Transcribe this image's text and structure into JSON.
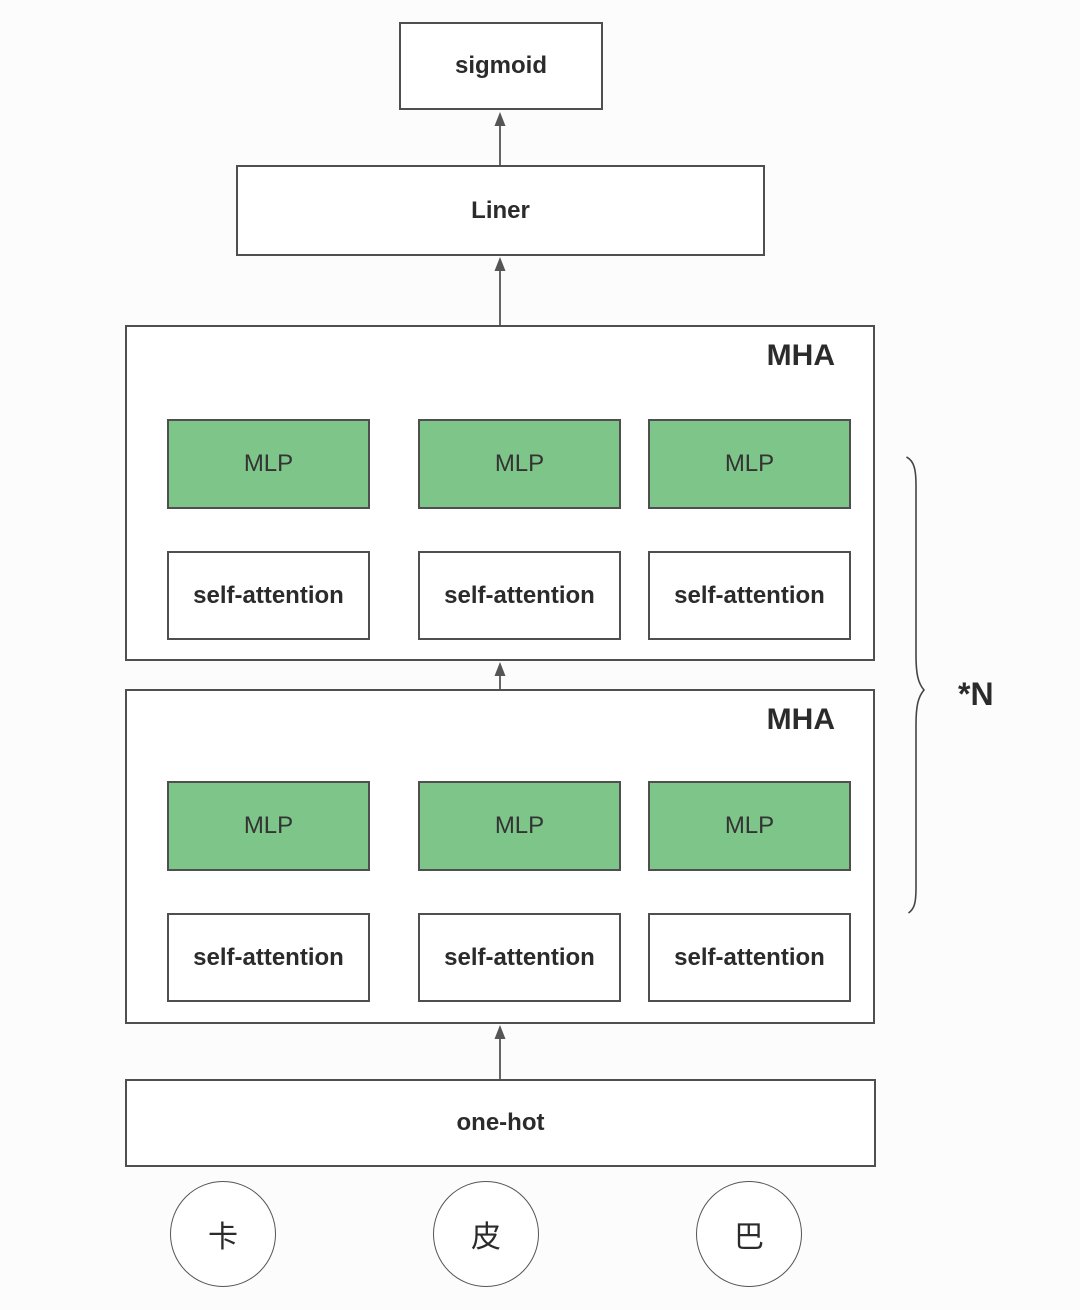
{
  "diagram": {
    "sigmoid_label": "sigmoid",
    "linear_label": "Liner",
    "repeat_label": "*N",
    "onehot_label": "one-hot",
    "mha_blocks": [
      {
        "title": "MHA",
        "heads": [
          {
            "mlp": "MLP",
            "attention": "self-attention"
          },
          {
            "mlp": "MLP",
            "attention": "self-attention"
          },
          {
            "mlp": "MLP",
            "attention": "self-attention"
          }
        ]
      },
      {
        "title": "MHA",
        "heads": [
          {
            "mlp": "MLP",
            "attention": "self-attention"
          },
          {
            "mlp": "MLP",
            "attention": "self-attention"
          },
          {
            "mlp": "MLP",
            "attention": "self-attention"
          }
        ]
      }
    ],
    "tokens": [
      "卡",
      "皮",
      "巴"
    ],
    "colors": {
      "mlp-fill": "#7ec589",
      "box-border": "#4f4f4f",
      "line": "#555555",
      "text": "#2b2b2b",
      "background": "#fcfcfc",
      "box-fill": "#ffffff"
    }
  }
}
